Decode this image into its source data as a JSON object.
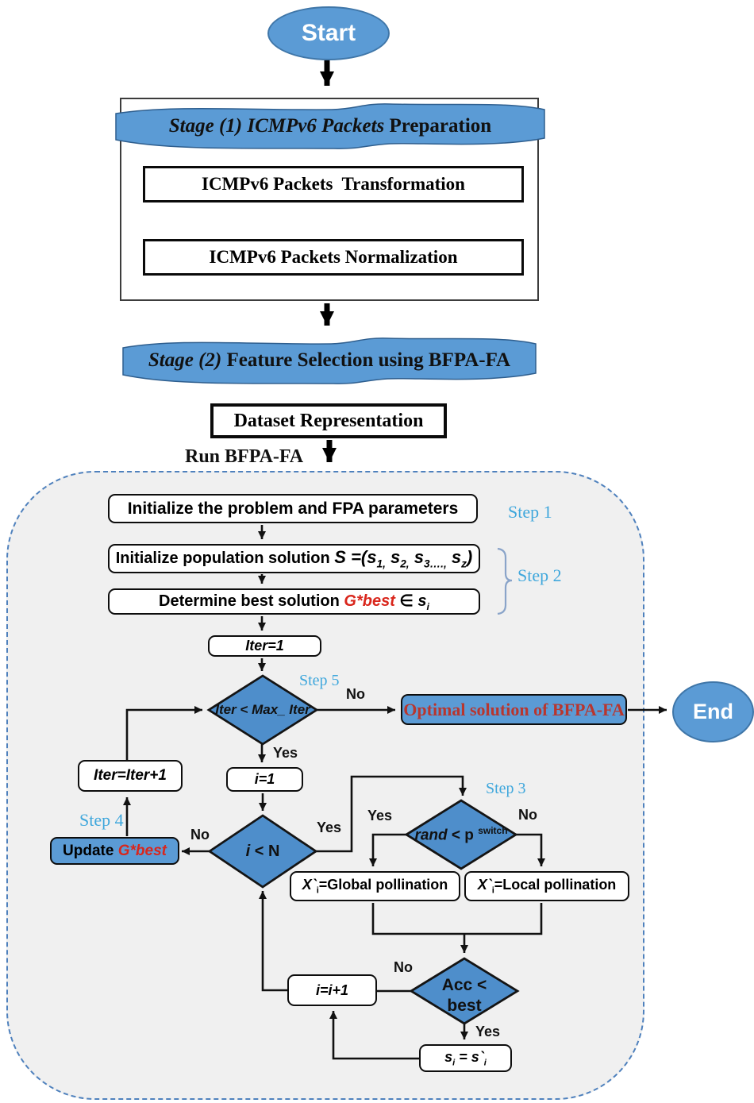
{
  "colors": {
    "shape_blue": "#5b9bd5",
    "diamond_blue": "#4e8ecb",
    "step_label_blue": "#3fa7dc",
    "gbest_red": "#d9261c",
    "optimal_red": "#b8362e",
    "dashed_border": "#4f81bd",
    "container_fill": "#f0f0f0"
  },
  "flow": {
    "start": "Start",
    "end": "End",
    "run_label": "Run BFPA-FA",
    "stage1": {
      "title_italic": "Stage (1) ICMPv6 Packets",
      "title_rest": " Preparation",
      "transformation": "ICMPv6 Packets  Transformation",
      "normalization": "ICMPv6 Packets Normalization"
    },
    "stage2": {
      "title_italic": "Stage (2)",
      "title_rest": " Feature Selection using BFPA-FA",
      "dataset": "Dataset Representation"
    },
    "steps": {
      "s1": "Step 1",
      "s2": "Step 2",
      "s3": "Step 3",
      "s4": "Step 4",
      "s5": "Step 5"
    },
    "init_params": "Initialize the problem and FPA parameters",
    "init_pop": {
      "label": "Initialize population solution ",
      "f1": "S =(s",
      "sub1": "1,",
      "f2": " s",
      "sub2": "2,",
      "f3": " s",
      "sub3": "3….,",
      "f4": " s",
      "sub4": "z",
      "f5": ")"
    },
    "det_best": {
      "label": "Determine best solution ",
      "gbest": "G*best",
      "elem": " ∈ ",
      "s": "s",
      "sub": "i"
    },
    "iter_init": "Iter=1",
    "d_iter": "Iter < Max_ Iter",
    "optimal": "Optimal solution of BFPA-FA",
    "iter_inc": "Iter=Iter+1",
    "i_init": "i=1",
    "d_i": {
      "i": "i",
      "rest": " < N"
    },
    "update": {
      "label": "Update ",
      "gbest": "G*best"
    },
    "d_rand": {
      "rand": "rand",
      "mid": " < p ",
      "sup": "switch"
    },
    "global_pol": {
      "x": "X`",
      "sub": "i",
      "rest": "=Global pollination"
    },
    "local_pol": {
      "x": "X`",
      "sub": "i",
      "rest": "=Local pollination"
    },
    "d_acc": {
      "line1": "Acc <",
      "line2": "best"
    },
    "i_inc": "i=i+1",
    "s_upd": {
      "s": "s",
      "sub1": "i",
      "mid": " = s`",
      "sub2": "i"
    },
    "labels": {
      "yes": "Yes",
      "no": "No"
    }
  }
}
